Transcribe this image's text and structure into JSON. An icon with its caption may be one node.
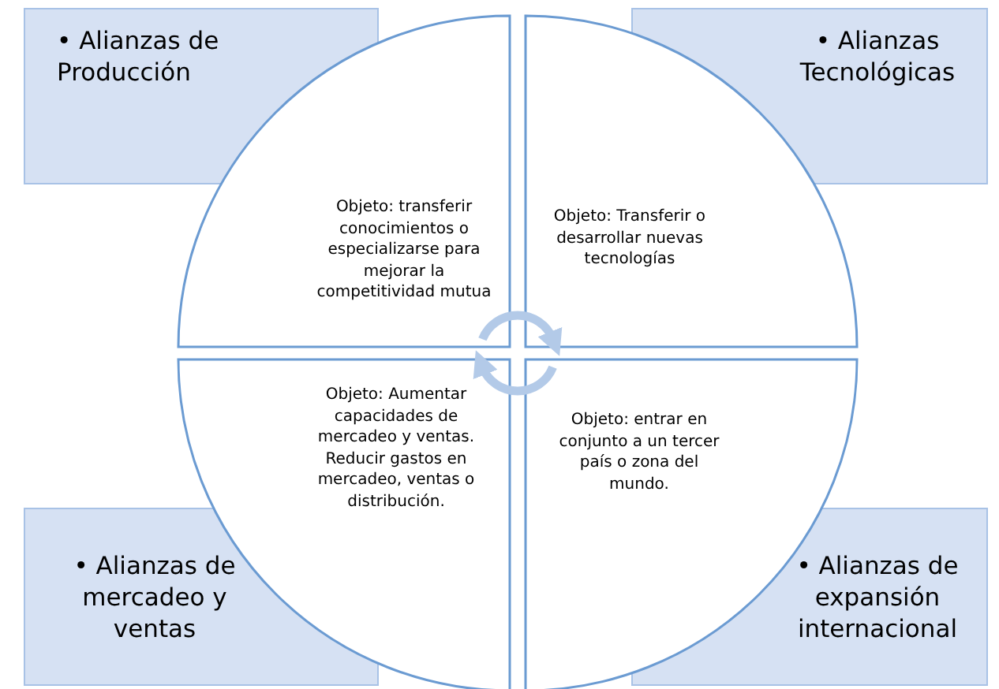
{
  "diagram": {
    "nodes": [
      {
        "text": [
          "• Alianzas de Producción"
        ]
      },
      {
        "text": [
          "• Alianzas Tecnológicas"
        ]
      },
      {
        "text": [
          "Objeto: transferir conocimientos o especializarse para mejorar la competitividad mutua"
        ]
      },
      {
        "text": [
          "Objeto: Transferir o desarrollar nuevas tecnologías"
        ]
      },
      {
        "text": [
          "Objeto: Aumentar capacidades de mercadeo y ventas. Reducir gastos en mercadeo, ventas o distribución."
        ]
      },
      {
        "text": [
          "Objeto: entrar en conjunto a un tercer país o zona del mundo."
        ]
      },
      {
        "text": [
          "• Alianzas de mercadeo y ventas"
        ]
      },
      {
        "text": [
          "• Alianzas de expansión internacional"
        ]
      }
    ],
    "edges": [
      {
        "from": 2,
        "to": 3,
        "arrow": "to"
      },
      {
        "from": 5,
        "to": 4,
        "arrow": "to"
      }
    ]
  }
}
